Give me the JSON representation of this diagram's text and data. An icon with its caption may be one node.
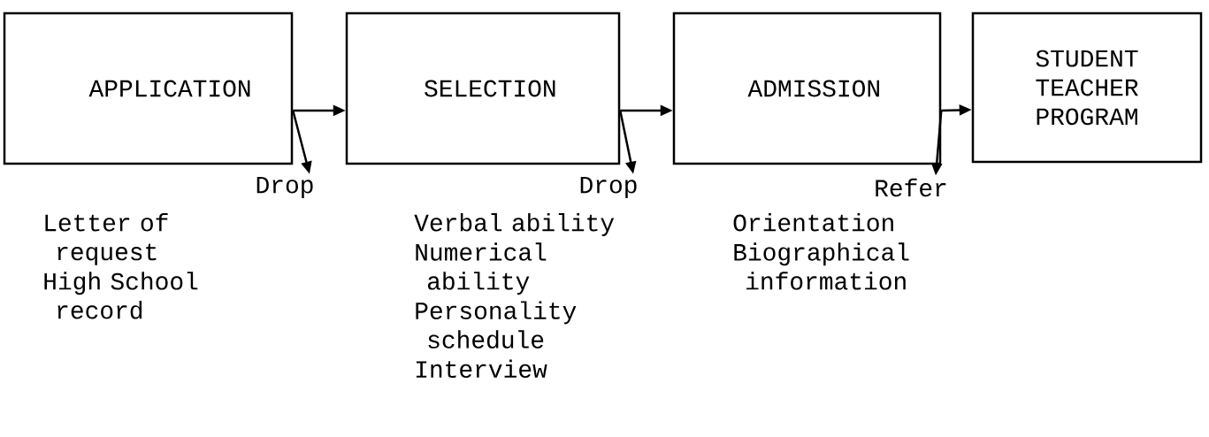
{
  "diagram": {
    "nodes": [
      {
        "text": [
          "APPLICATION"
        ],
        "beside": [
          "Letter of request",
          "High School record"
        ]
      },
      {
        "text": [
          "SELECTION"
        ],
        "beside": [
          "Verbal ability",
          "Numerical ability",
          "Personality schedule",
          "Interview"
        ]
      },
      {
        "text": [
          "ADMISSION"
        ],
        "beside": [
          "Orientation",
          "Biographical information"
        ]
      },
      {
        "text": [
          "STUDENT TEACHER PROGRAM"
        ]
      },
      {
        "text": [
          "Drop"
        ]
      },
      {
        "text": [
          "Drop"
        ]
      },
      {
        "text": [
          "Refer"
        ]
      }
    ],
    "edges": [
      {
        "from": 0,
        "to": 1,
        "arrow": "to"
      },
      {
        "from": 1,
        "to": 2,
        "arrow": "to"
      },
      {
        "from": 2,
        "to": 3,
        "arrow": "to"
      },
      {
        "from": 0,
        "to": 4,
        "arrow": "to"
      },
      {
        "from": 1,
        "to": 5,
        "arrow": "to"
      },
      {
        "from": 2,
        "to": 6,
        "arrow": "to"
      }
    ]
  }
}
